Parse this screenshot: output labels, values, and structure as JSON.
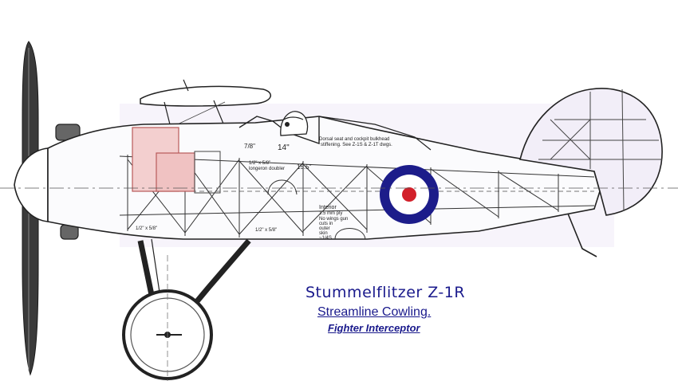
{
  "caption": {
    "title": "Stummelflitzer  Z-1R",
    "subtitle": "Streamline Cowling.",
    "role": "Fighter Interceptor"
  },
  "annotations": {
    "dim_14": "14\"",
    "dim_155": "15.5\"",
    "dim_78": "7/8\"",
    "spar_upper": "1/2\" x 5/8\"",
    "spar_upper_note": "longeron doubler",
    "spar_lower": "1/2\" x 5/8\"",
    "spar_front": "1/2\" x 5/8\"",
    "dorsal_note_1": "Dorsal seat and cockpit bulkhead",
    "dorsal_note_2": "stiffening. See Z-1S & Z-1T dwgs.",
    "interior_1": "Interior",
    "interior_2": "1.5 mm ply",
    "interior_3": "No wings gun",
    "interior_4": "cuts in",
    "interior_5": "outer",
    "interior_6": "skin",
    "interior_7": "~1/4S"
  },
  "colors": {
    "line": "#2a2a2a",
    "ink": "#1a1a8c",
    "roundel_outer": "#1c1c8a",
    "roundel_ring": "#ffffff",
    "roundel_center": "#d2202a",
    "panel_fill": "#f3cfcf",
    "panel_stroke": "#b85a5a",
    "tint": "#ece6f6"
  },
  "icons": {
    "roundel": "raf-roundel-icon",
    "pilot": "pilot-head-icon",
    "propeller": "propeller-icon",
    "engine": "rotary-engine-icon",
    "wheel": "wheel-icon"
  }
}
